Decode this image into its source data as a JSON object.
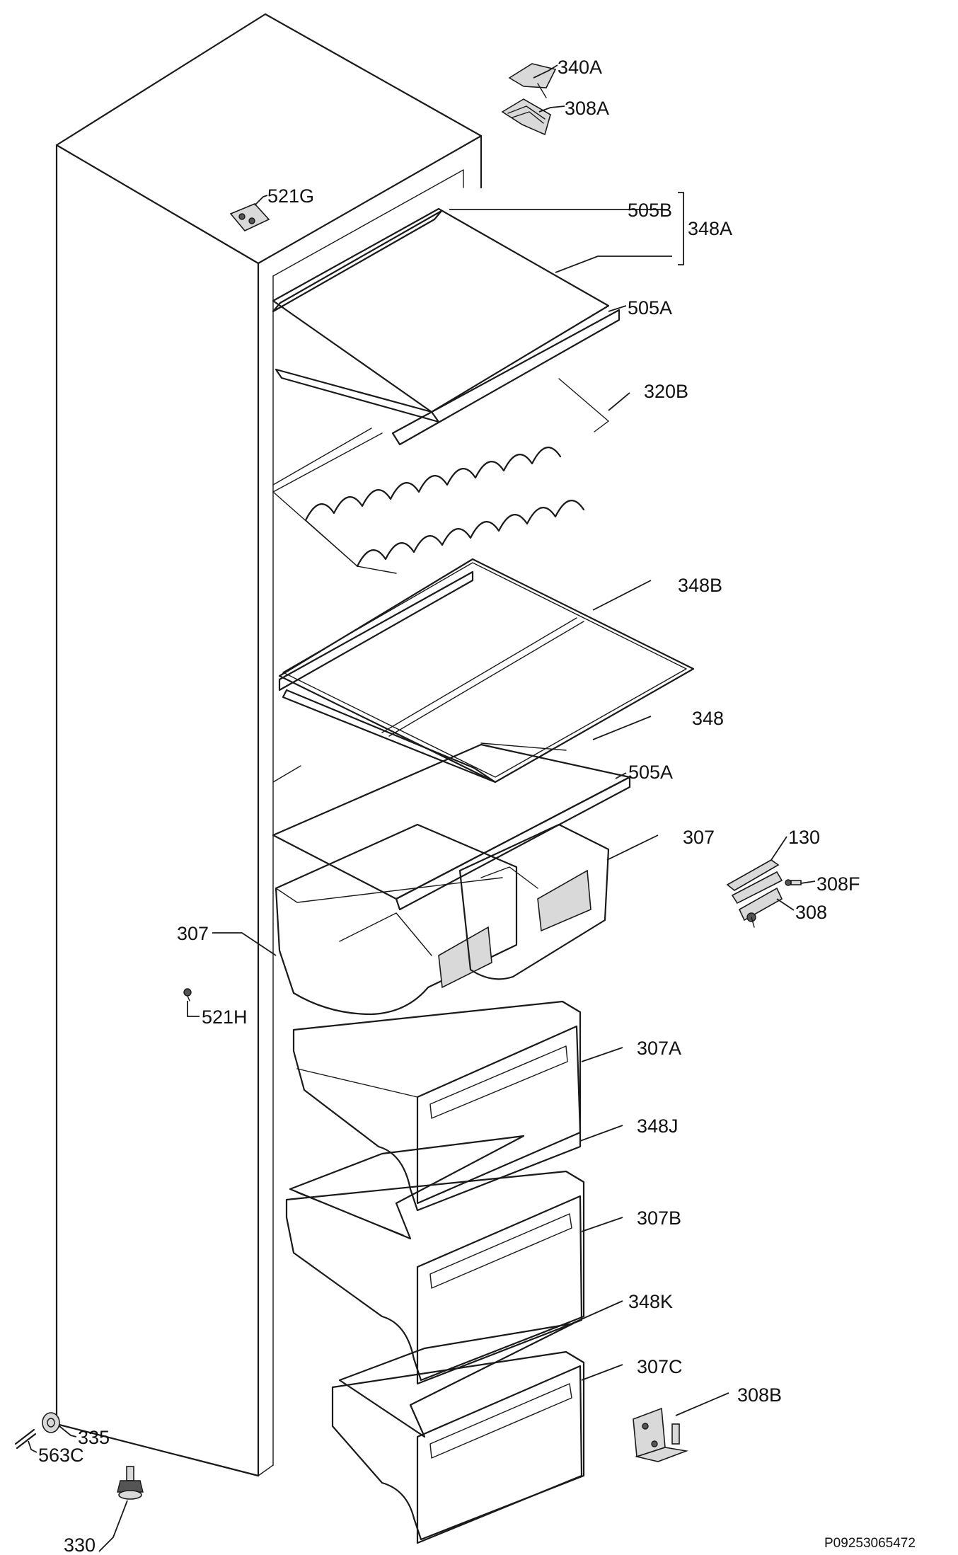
{
  "labels": {
    "p340A": "340A",
    "p308A": "308A",
    "p521G": "521G",
    "p505B": "505B",
    "p348A": "348A",
    "p505A_top": "505A",
    "p320B": "320B",
    "p348B": "348B",
    "p348": "348",
    "p505A_mid": "505A",
    "p307_right": "307",
    "p307_left": "307",
    "p130": "130",
    "p308F": "308F",
    "p308": "308",
    "p521H": "521H",
    "p307A": "307A",
    "p348J": "348J",
    "p307B": "307B",
    "p348K": "348K",
    "p307C": "307C",
    "p308B": "308B",
    "p335": "335",
    "p563C": "563C",
    "p330": "330"
  },
  "drawing_code": "P09253065472"
}
